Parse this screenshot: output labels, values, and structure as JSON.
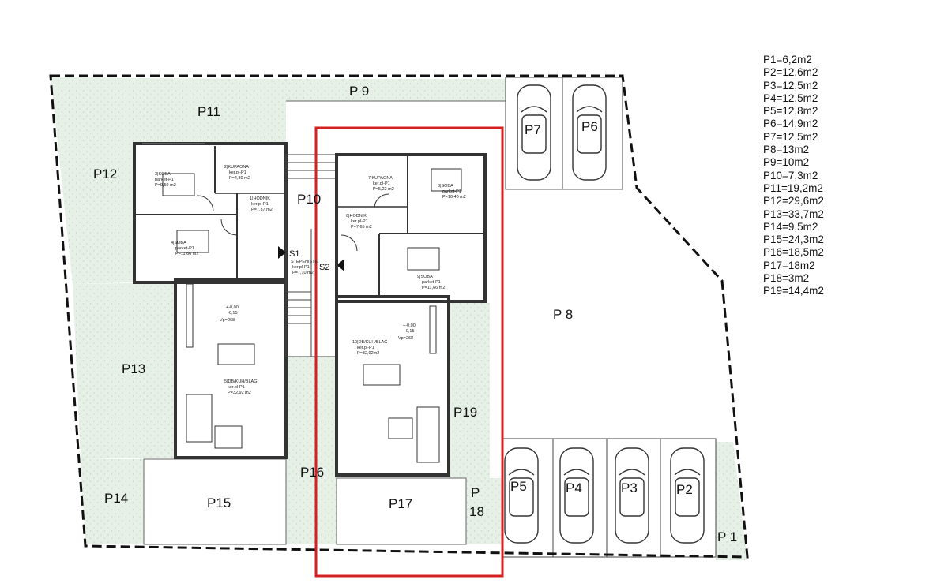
{
  "areas": {
    "P1": "P 1",
    "P2": "P2",
    "P3": "P3",
    "P4": "P4",
    "P5": "P5",
    "P6": "P6",
    "P7": "P7",
    "P8": "P 8",
    "P9": "P 9",
    "P10": "P10",
    "P11": "P11",
    "P12": "P12",
    "P13": "P13",
    "P14": "P14",
    "P15": "P15",
    "P16": "P16",
    "P17": "P17",
    "P18_top": "P",
    "P18_bottom": "18",
    "P19": "P19"
  },
  "stairs": {
    "S1": "S1",
    "S2": "S2"
  },
  "rooms_left": [
    {
      "name": "3|SOBA",
      "floor": "parket-P1",
      "area": "P=9,59  m2"
    },
    {
      "name": "2|KUPAONA",
      "floor": "ker.pl-P1",
      "area": "P=4,80  m2"
    },
    {
      "name": "1|HODNIK",
      "floor": "ker.pl-P1",
      "area": "P=7,37  m2"
    },
    {
      "name": "4|SOBA",
      "floor": "parket-P1",
      "area": "P=11,66  m2"
    },
    {
      "name": "5|DB/KUH/BLAG",
      "floor": "ker.pl-P1",
      "area": "P=32,92  m2"
    }
  ],
  "rooms_right": [
    {
      "name": "7|KUPAONA",
      "floor": "ker.pl-P1",
      "area": "P=5,22  m2"
    },
    {
      "name": "8|SOBA",
      "floor": "parket-P1",
      "area": "P=10,40  m2"
    },
    {
      "name": "6|HODNIK",
      "floor": "ker.pl-P1",
      "area": "P=7,65  m2"
    },
    {
      "name": "9|SOBA",
      "floor": "parket-P1",
      "area": "P=11,66  m2"
    },
    {
      "name": "10|DB/KUH/BLAG",
      "floor": "ker.pl-P1",
      "area": "P=32,92m2"
    }
  ],
  "staircase": {
    "name": "STEPENISTE",
    "floor": "ker.pl-P1",
    "area": "P=7,10  m2"
  },
  "levels": {
    "left": {
      "l1": "+-0,00",
      "l2": "-0,15",
      "l3": "Vp=268"
    },
    "right": {
      "l1": "+-0,00",
      "l2": "-0,15",
      "l3": "Vp=268"
    }
  },
  "legend": [
    "P1=6,2m2",
    "P2=12,6m2",
    "P3=12,5m2",
    "P4=12,5m2",
    "P5=12,8m2",
    "P6=14,9m2",
    "P7=12,5m2",
    "P8=13m2",
    "P9=10m2",
    "P10=7,3m2",
    "P11=19,2m2",
    "P12=29,6m2",
    "P13=33,7m2",
    "P14=9,5m2",
    "P15=24,3m2",
    "P16=18,5m2",
    "P17=18m2",
    "P18=3m2",
    "P19=14,4m2"
  ],
  "colors": {
    "green": "#e4efe4",
    "highlight": "#d42020",
    "wall": "#333333"
  }
}
